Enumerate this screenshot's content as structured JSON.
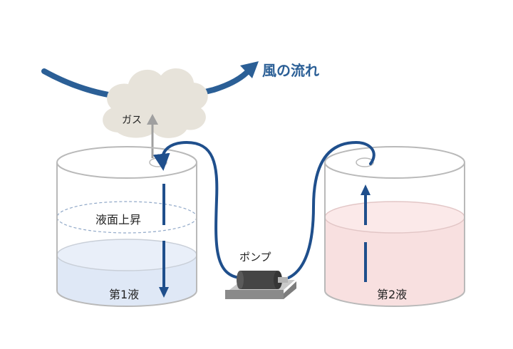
{
  "labels": {
    "wind": "風の流れ",
    "gas": "ガス",
    "level_rise": "液面上昇",
    "pump": "ポンプ",
    "liquid1": "第1液",
    "liquid2": "第2液"
  },
  "colors": {
    "arrow_blue": "#2b5f96",
    "pipe_blue": "#1f4f8c",
    "cloud": "#e7e3da",
    "gas_arrow": "#9e9e9e",
    "tank_outline": "#b9b9b9",
    "liquid1_fill": "#dfe8f6",
    "liquid2_fill": "#f8e0e0",
    "pump_body": "#444444",
    "pump_base": "#8a8a8a"
  },
  "icons": {
    "wind": "curved-arrow-icon",
    "gas": "cloud-icon",
    "pump": "pump-icon"
  }
}
